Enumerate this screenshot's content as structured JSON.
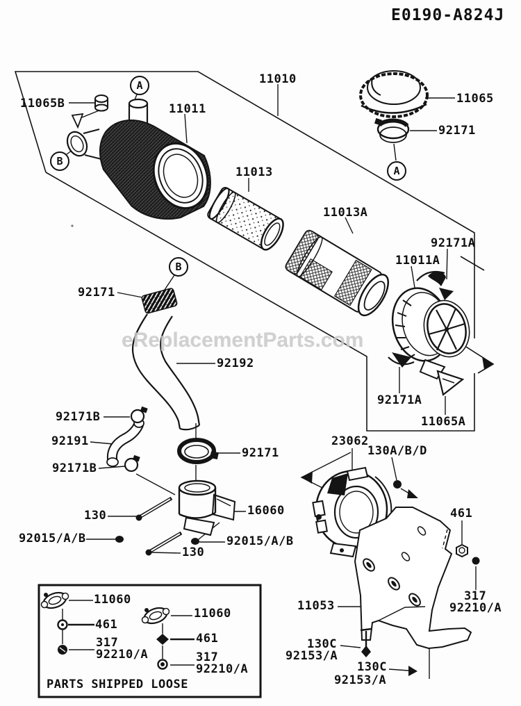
{
  "header": {
    "diagram_code": "E0190-A824J"
  },
  "watermark": "eReplacementParts.com",
  "box_note": "PARTS SHIPPED LOOSE",
  "callouts": {
    "a": "A",
    "b": "B"
  },
  "parts": {
    "p11010": "11010",
    "p11011": "11011",
    "p11065B": "11065B",
    "p11065": "11065",
    "p92171": "92171",
    "p11013": "11013",
    "p11013A": "11013A",
    "p92171A": "92171A",
    "p11011A": "11011A",
    "p92192": "92192",
    "p92171B": "92171B",
    "p92191": "92191",
    "p130": "130",
    "p16060": "16060",
    "p92015AB": "92015/A/B",
    "p23062": "23062",
    "p130ABD": "130A/B/D",
    "p461": "461",
    "p317": "317",
    "p92210A": "92210/A",
    "p11053": "11053",
    "p130C": "130C",
    "p92153A": "92153/A",
    "p11060": "11060",
    "p11065A": "11065A"
  }
}
